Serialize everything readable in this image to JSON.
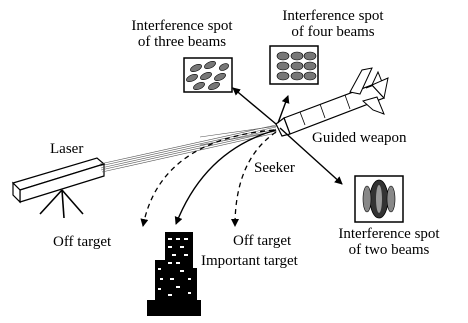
{
  "labels": {
    "laser": "Laser",
    "seeker": "Seeker",
    "guided_weapon": "Guided weapon",
    "off_target_left": "Off target",
    "off_target_mid": "Off target",
    "important_target": "Important target",
    "spot_three": {
      "line1": "Interference spot",
      "line2": "of  three beams"
    },
    "spot_four": {
      "line1": "Interference spot",
      "line2": "of  four beams"
    },
    "spot_two": {
      "line1": "Interference spot",
      "line2": "of  two beams"
    }
  },
  "icons": [
    "laser-device-icon",
    "guided-weapon-icon",
    "building-icon",
    "three-beam-spot-icon",
    "four-beam-spot-icon",
    "two-beam-spot-icon"
  ]
}
